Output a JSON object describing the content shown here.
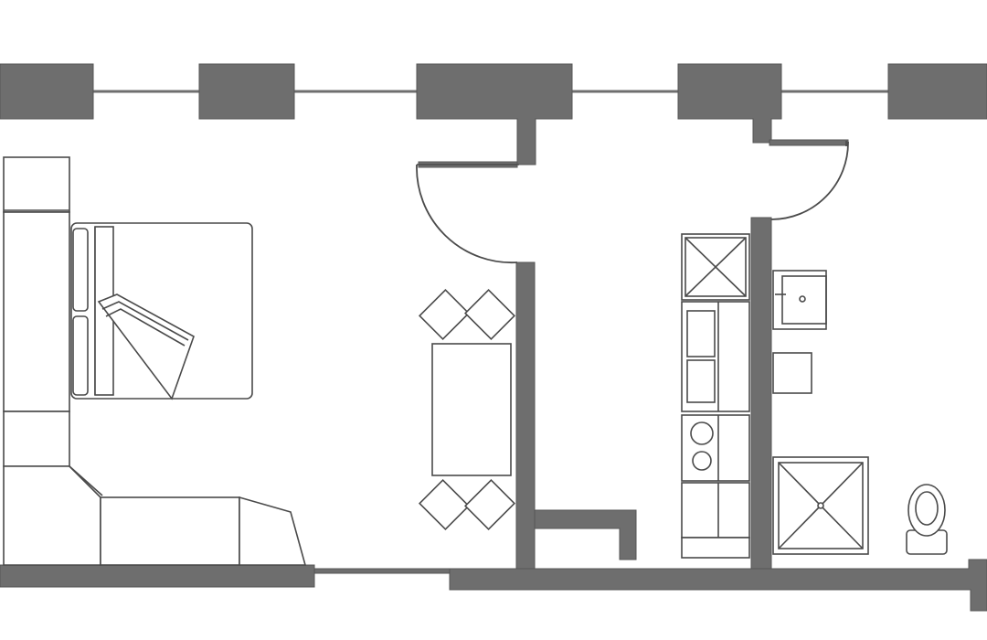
{
  "title": "",
  "colors": {
    "wall": "#6e6e6e",
    "wall_stroke": "#555555",
    "line": "#4a4a4a",
    "background": "#ffffff"
  },
  "rooms": [
    "bedroom-living",
    "hallway-kitchen",
    "bathroom"
  ],
  "furniture": [
    "double-bed",
    "wardrobe",
    "sofa",
    "dining-table",
    "chair",
    "chair",
    "chair",
    "chair",
    "kitchen-counter",
    "sink",
    "stove",
    "shower",
    "toilet",
    "washbasin",
    "cabinet"
  ],
  "doors": 2,
  "windows": 4
}
